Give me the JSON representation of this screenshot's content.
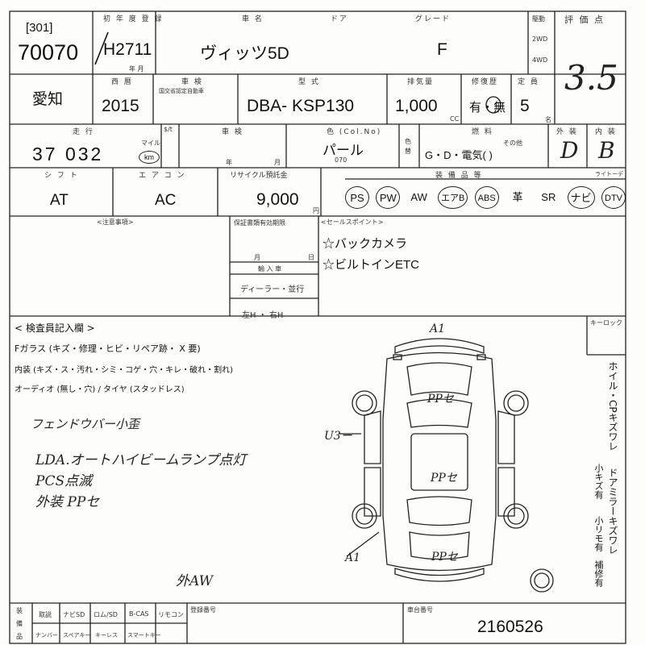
{
  "header": {
    "lot_label": "[301]",
    "lot_no": "70070",
    "first_reg_label": "初 年 度 登 録",
    "first_reg_value": "H2711",
    "month_label": "年 月",
    "car_name_label": "車 名",
    "car_name": "ヴィッツ5D",
    "door_label": "ドア",
    "grade_label": "グレード",
    "grade": "F",
    "drive_label": "駆動",
    "drive_2wd": "2WD",
    "drive_4wd": "4WD",
    "score_label": "評 価 点",
    "score": "3.5"
  },
  "row2": {
    "region": "愛知",
    "year_label": "西 暦",
    "year": "2015",
    "inspection_label": "車 検",
    "inspection_note": "国交省認定自動車",
    "model_label": "型 式",
    "model": "DBA-  KSP130",
    "displacement_label": "排気量",
    "displacement": "1,000",
    "cc": "CC",
    "repair_label": "修復歴",
    "repair": "有・無",
    "capacity_label": "定 員",
    "capacity": "5",
    "capacity_unit": "名"
  },
  "row3": {
    "mileage_label": "走 行",
    "mileage": "37 032",
    "mileage_unit": "km",
    "mileage_unit2": "マイル",
    "mileage_note": "$/t",
    "inspection_label": "車 検",
    "year_mark": "年",
    "month_mark": "月",
    "color_label": "色 (Col.No)",
    "color": "パール",
    "color_no": "070",
    "color_change": "色替",
    "fuel_label": "燃 料",
    "fuel_other_label": "その他",
    "fuel": "G・D・電気(            )",
    "exterior_label": "外 装",
    "exterior": "D",
    "interior_label": "内 装",
    "interior": "B"
  },
  "row4": {
    "shift_label": "シ フ ト",
    "shift": "AT",
    "ac_label": "エ ア コ ン",
    "ac": "AC",
    "recycle_label": "リサイクル預託金",
    "recycle": "9,000",
    "yen": "円",
    "equip_label": "装 備 品 等",
    "equip_right_label": "ライトーデ",
    "equipment": [
      {
        "label": "PS",
        "circled": true
      },
      {
        "label": "PW",
        "circled": true
      },
      {
        "label": "AW",
        "circled": false
      },
      {
        "label": "エアB",
        "circled": true
      },
      {
        "label": "ABS",
        "circled": true
      },
      {
        "label": "革",
        "circled": false
      },
      {
        "label": "SR",
        "circled": false
      },
      {
        "label": "ナビ",
        "circled": true
      },
      {
        "label": "DTV",
        "circled": true
      }
    ]
  },
  "notes": {
    "caution_label": "<注意事項>",
    "warranty_label": "保証書類有効期限",
    "month": "月",
    "day": "日",
    "import_label": "輸 入 車",
    "import_value": "ディーラー・並行",
    "steering": "左H ・ 右H",
    "sales_label": "<セールスポイント>",
    "sales_points": [
      "☆バックカメラ",
      "☆ビルトインETC"
    ]
  },
  "inspection": {
    "title": "< 検査員記入欄 >",
    "glass": "Fガラス (キズ・修理・ヒビ・リペア跡・ X 要)",
    "interior": "内装 (キズ・ス・汚れ・シミ・コゲ・穴・キレ・破れ・割れ)",
    "audio": "オーディオ (無し・穴) / タイヤ (スタッドレス)",
    "hand_notes": [
      "フェンドウバー小歪",
      "LDA.オートハイビームランプ点灯",
      "PCS点滅",
      "外装 PPセ"
    ],
    "outside": "外AW",
    "key_label": "キーロック",
    "right_vertical_1": "ホイル・CPキズワレ",
    "right_vertical_2": "小キズ有",
    "right_vertical_3": "ドアミラーキズワレ",
    "right_vertical_4": "小リモ有",
    "right_vertical_5": "補修有"
  },
  "diagram": {
    "marks": [
      "A1",
      "PPセ",
      "U3ー",
      "PPセ",
      "A1",
      "PPセ"
    ]
  },
  "footer": {
    "left_labels": [
      "装",
      "備",
      "品"
    ],
    "cells_top": [
      "取説",
      "ナビSD",
      "ロム/SD",
      "B-CAS",
      "リモコン"
    ],
    "cells_bottom": [
      "ナンバー",
      "スペアキー",
      "キーレス",
      "スマートキー"
    ],
    "reg_label": "登録番号",
    "frame_label": "車台番号",
    "frame_no": "2160526"
  }
}
